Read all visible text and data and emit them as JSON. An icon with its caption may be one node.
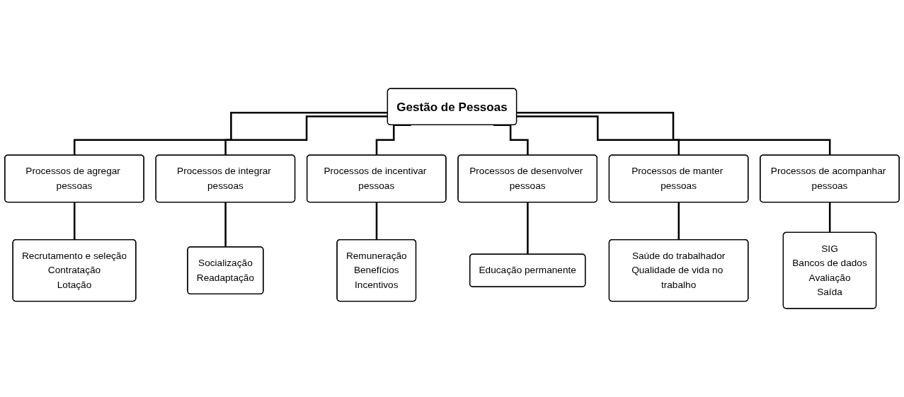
{
  "diagram": {
    "nodes": [
      {
        "text": [
          "Gestão de Pessoas"
        ]
      },
      {
        "text": [
          "Processos de agregar pessoas"
        ]
      },
      {
        "text": [
          "Processos de integrar pessoas"
        ]
      },
      {
        "text": [
          "Processos de incentivar pessoas"
        ]
      },
      {
        "text": [
          "Processos de desenvolver pessoas"
        ]
      },
      {
        "text": [
          "Processos de manter pessoas"
        ]
      },
      {
        "text": [
          "Processos de acompanhar pessoas"
        ]
      },
      {
        "text": [
          "Recrutamento e seleção",
          "Contratação",
          "Lotação"
        ]
      },
      {
        "text": [
          "Socialização",
          "Readaptação"
        ]
      },
      {
        "text": [
          "Remuneração",
          "Benefícios",
          "Incentivos"
        ]
      },
      {
        "text": [
          "Educação permanente"
        ]
      },
      {
        "text": [
          "Saúde do trabalhador",
          "Qualidade de vida no trabalho"
        ]
      },
      {
        "text": [
          "SIG",
          "Bancos de dados",
          "Avaliação",
          "Saída"
        ]
      }
    ],
    "edges": [
      {
        "from": 0,
        "to": 1,
        "arrow": "none"
      },
      {
        "from": 0,
        "to": 2,
        "arrow": "none"
      },
      {
        "from": 0,
        "to": 3,
        "arrow": "none"
      },
      {
        "from": 0,
        "to": 4,
        "arrow": "none"
      },
      {
        "from": 0,
        "to": 5,
        "arrow": "none"
      },
      {
        "from": 0,
        "to": 6,
        "arrow": "none"
      },
      {
        "from": 1,
        "to": 7,
        "arrow": "none"
      },
      {
        "from": 2,
        "to": 8,
        "arrow": "none"
      },
      {
        "from": 3,
        "to": 9,
        "arrow": "none"
      },
      {
        "from": 4,
        "to": 10,
        "arrow": "none"
      },
      {
        "from": 5,
        "to": 11,
        "arrow": "none"
      },
      {
        "from": 6,
        "to": 12,
        "arrow": "none"
      }
    ]
  }
}
